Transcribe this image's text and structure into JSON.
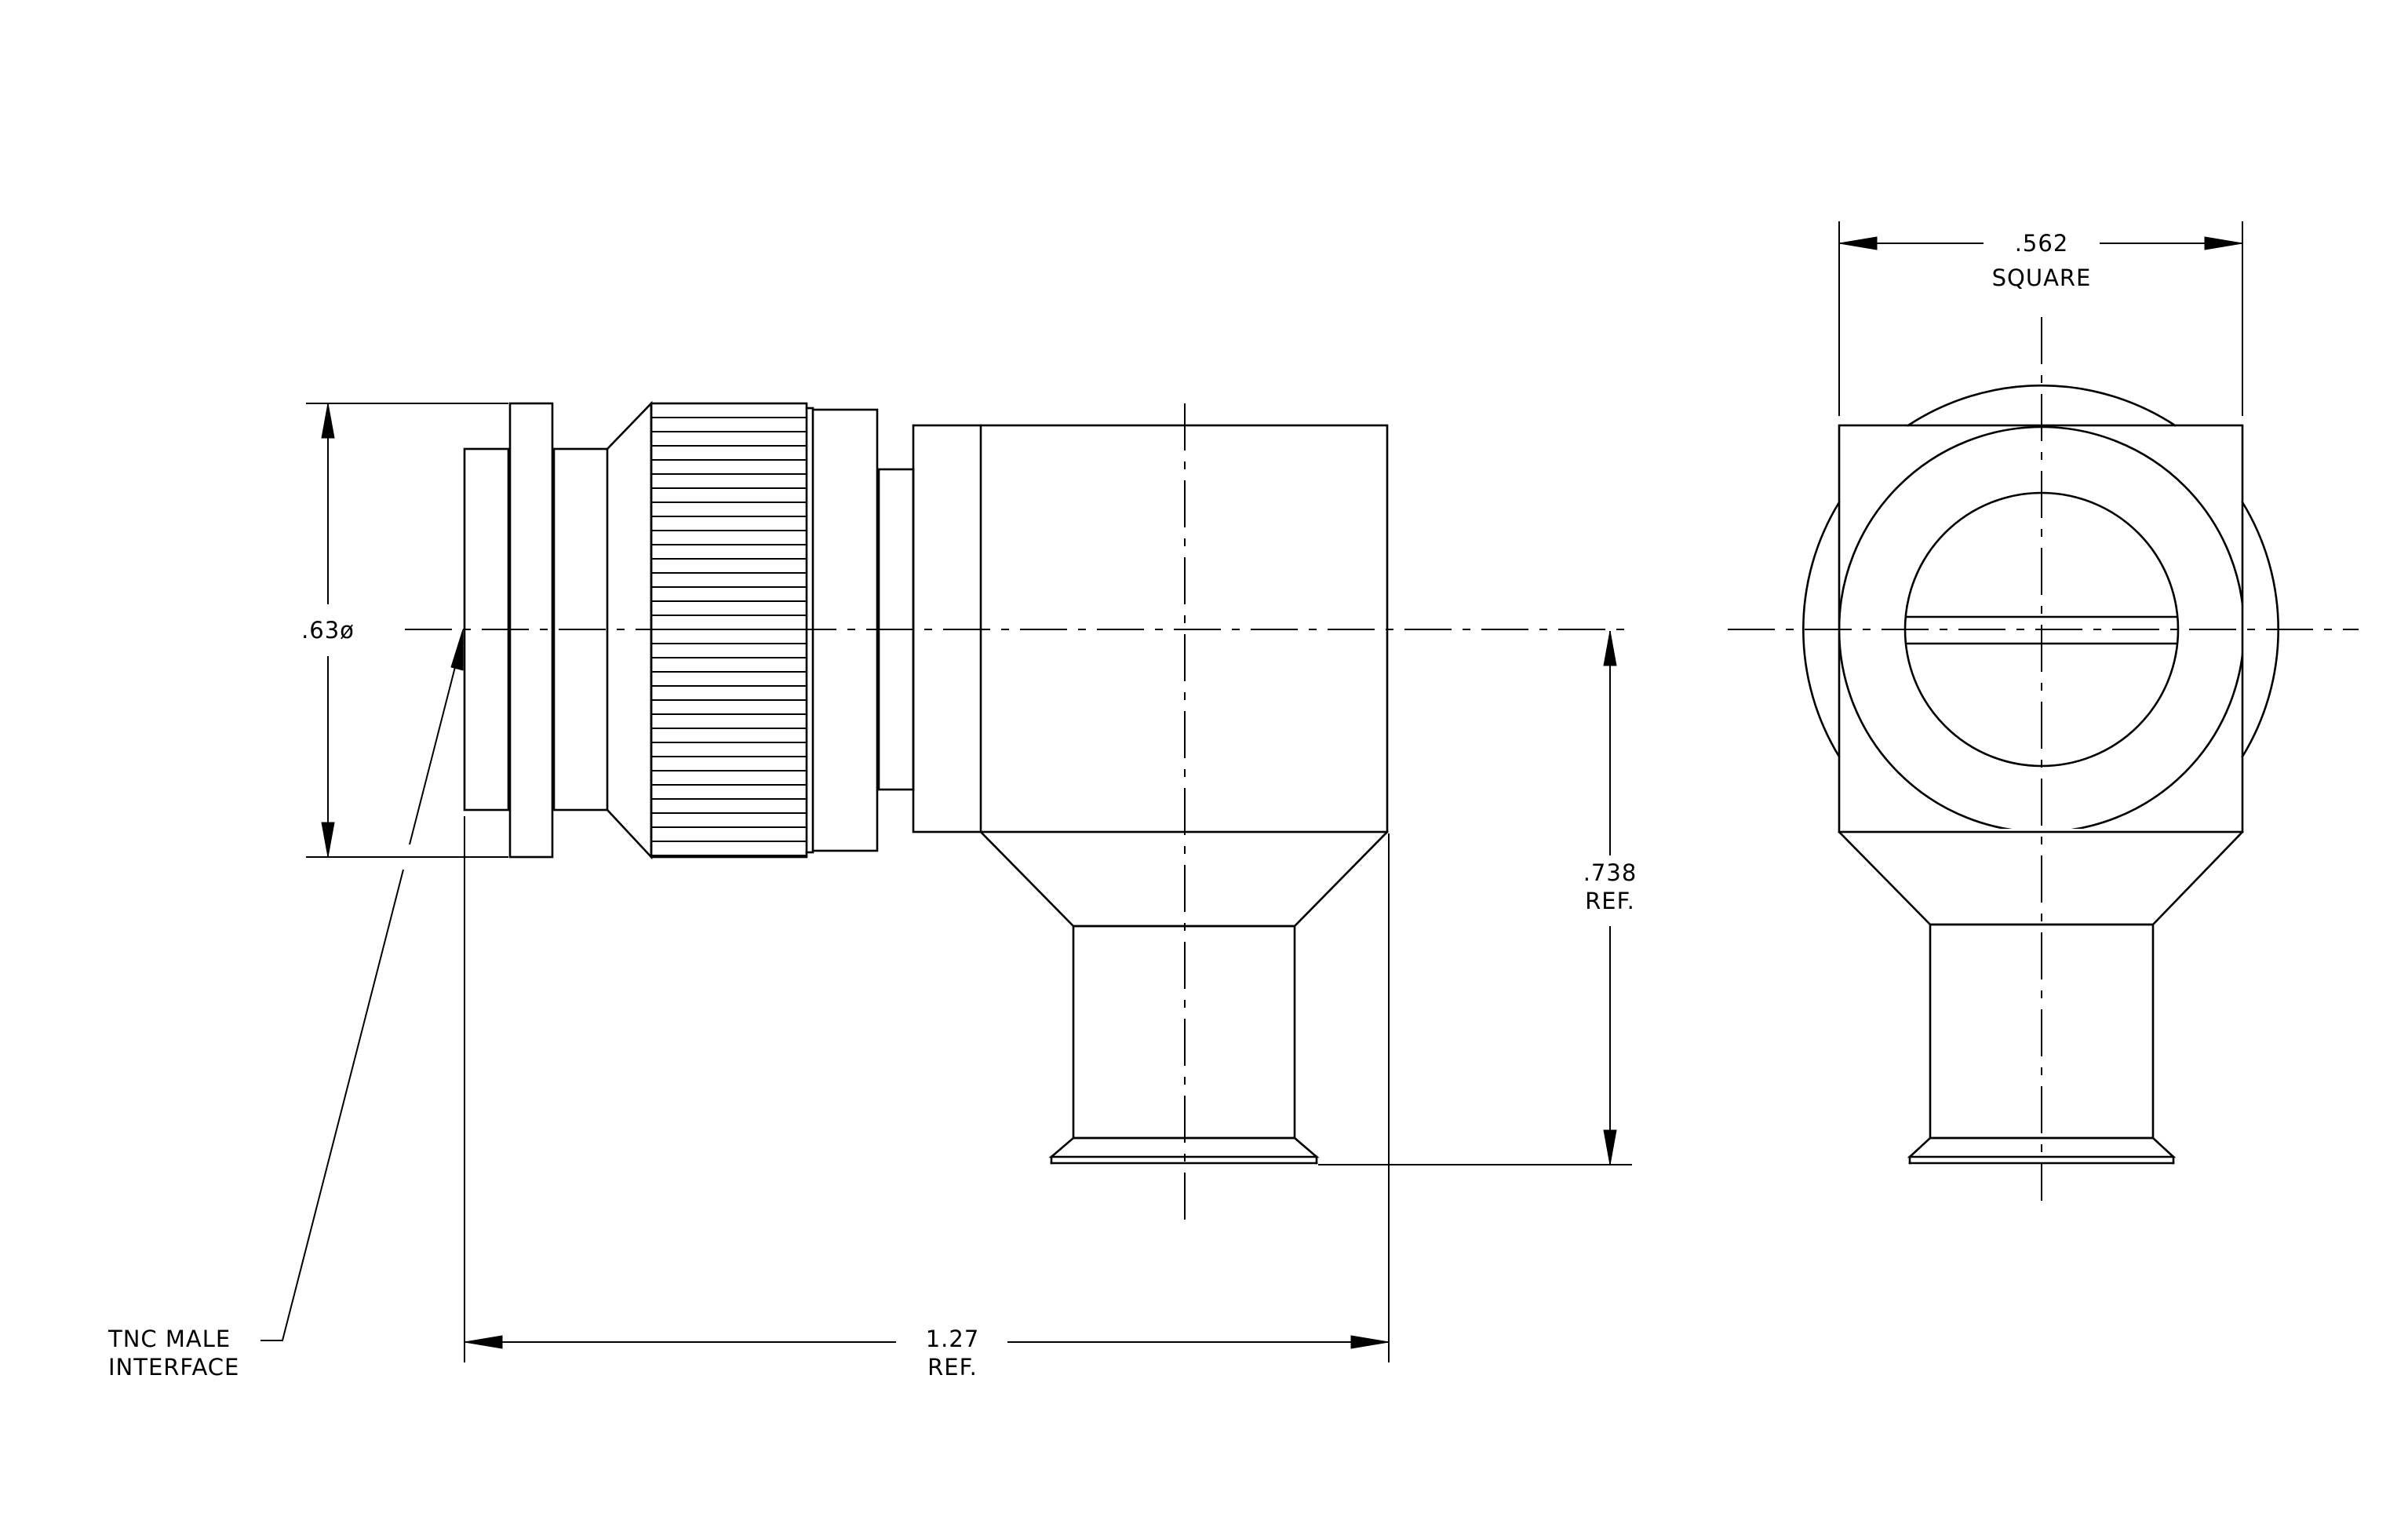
{
  "diagram": {
    "labels": {
      "diameter": ".63ø",
      "width_value": ".562",
      "width_note": "SQUARE",
      "height_value": ".738",
      "height_note": "REF.",
      "length_value": "1.27",
      "length_note": "REF.",
      "interface_line1": "TNC MALE",
      "interface_line2": "INTERFACE"
    }
  }
}
